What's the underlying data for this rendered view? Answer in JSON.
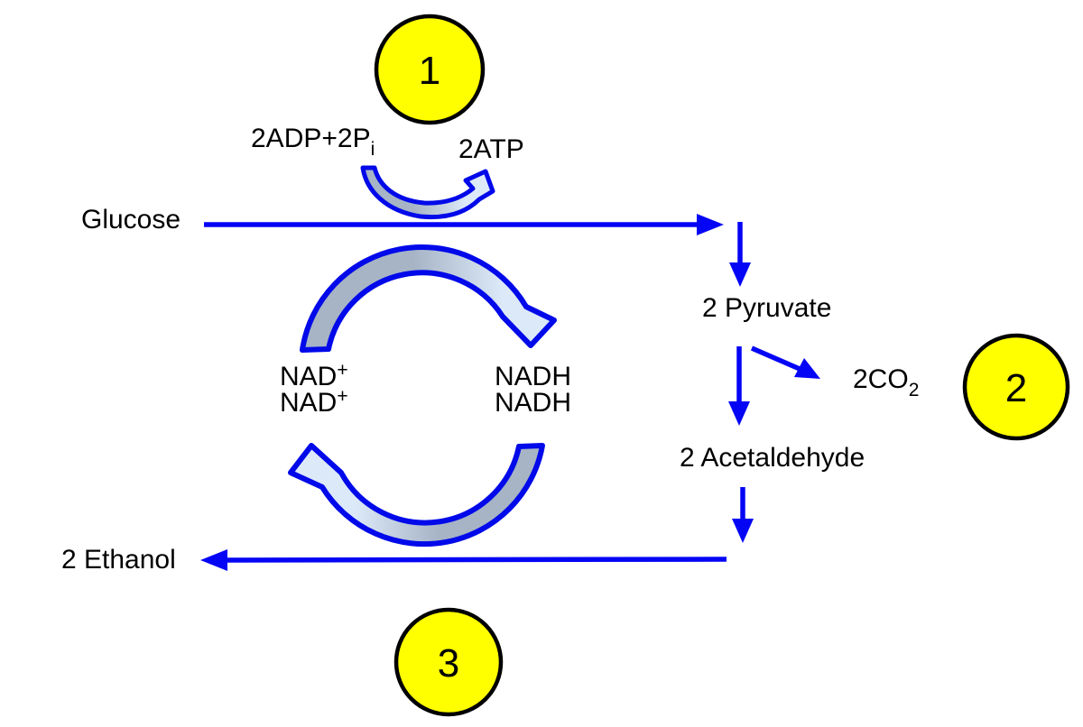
{
  "labels": {
    "glucose": "Glucose",
    "adp_main": "2ADP+2P",
    "adp_sub": "i",
    "atp": "2ATP",
    "pyruvate": "2 Pyruvate",
    "co2_main": "2CO",
    "co2_sub": "2",
    "acetaldehyde": "2 Acetaldehyde",
    "ethanol": "2 Ethanol",
    "nad1_main": "NAD",
    "nad1_sup": "+",
    "nad2_main": "NAD",
    "nad2_sup": "+",
    "nadh1": "NADH",
    "nadh2": "NADH"
  },
  "badges": [
    {
      "number": "1"
    },
    {
      "number": "2"
    },
    {
      "number": "3"
    }
  ],
  "colors": {
    "arrow_blue": "#0505F5",
    "curve_stroke": "#0009E9",
    "band_gray": "#A6B4C6",
    "band_light": "#DCE9F8",
    "badge_fill": "#FFFF00",
    "badge_stroke": "#000000",
    "text": "#000000"
  }
}
